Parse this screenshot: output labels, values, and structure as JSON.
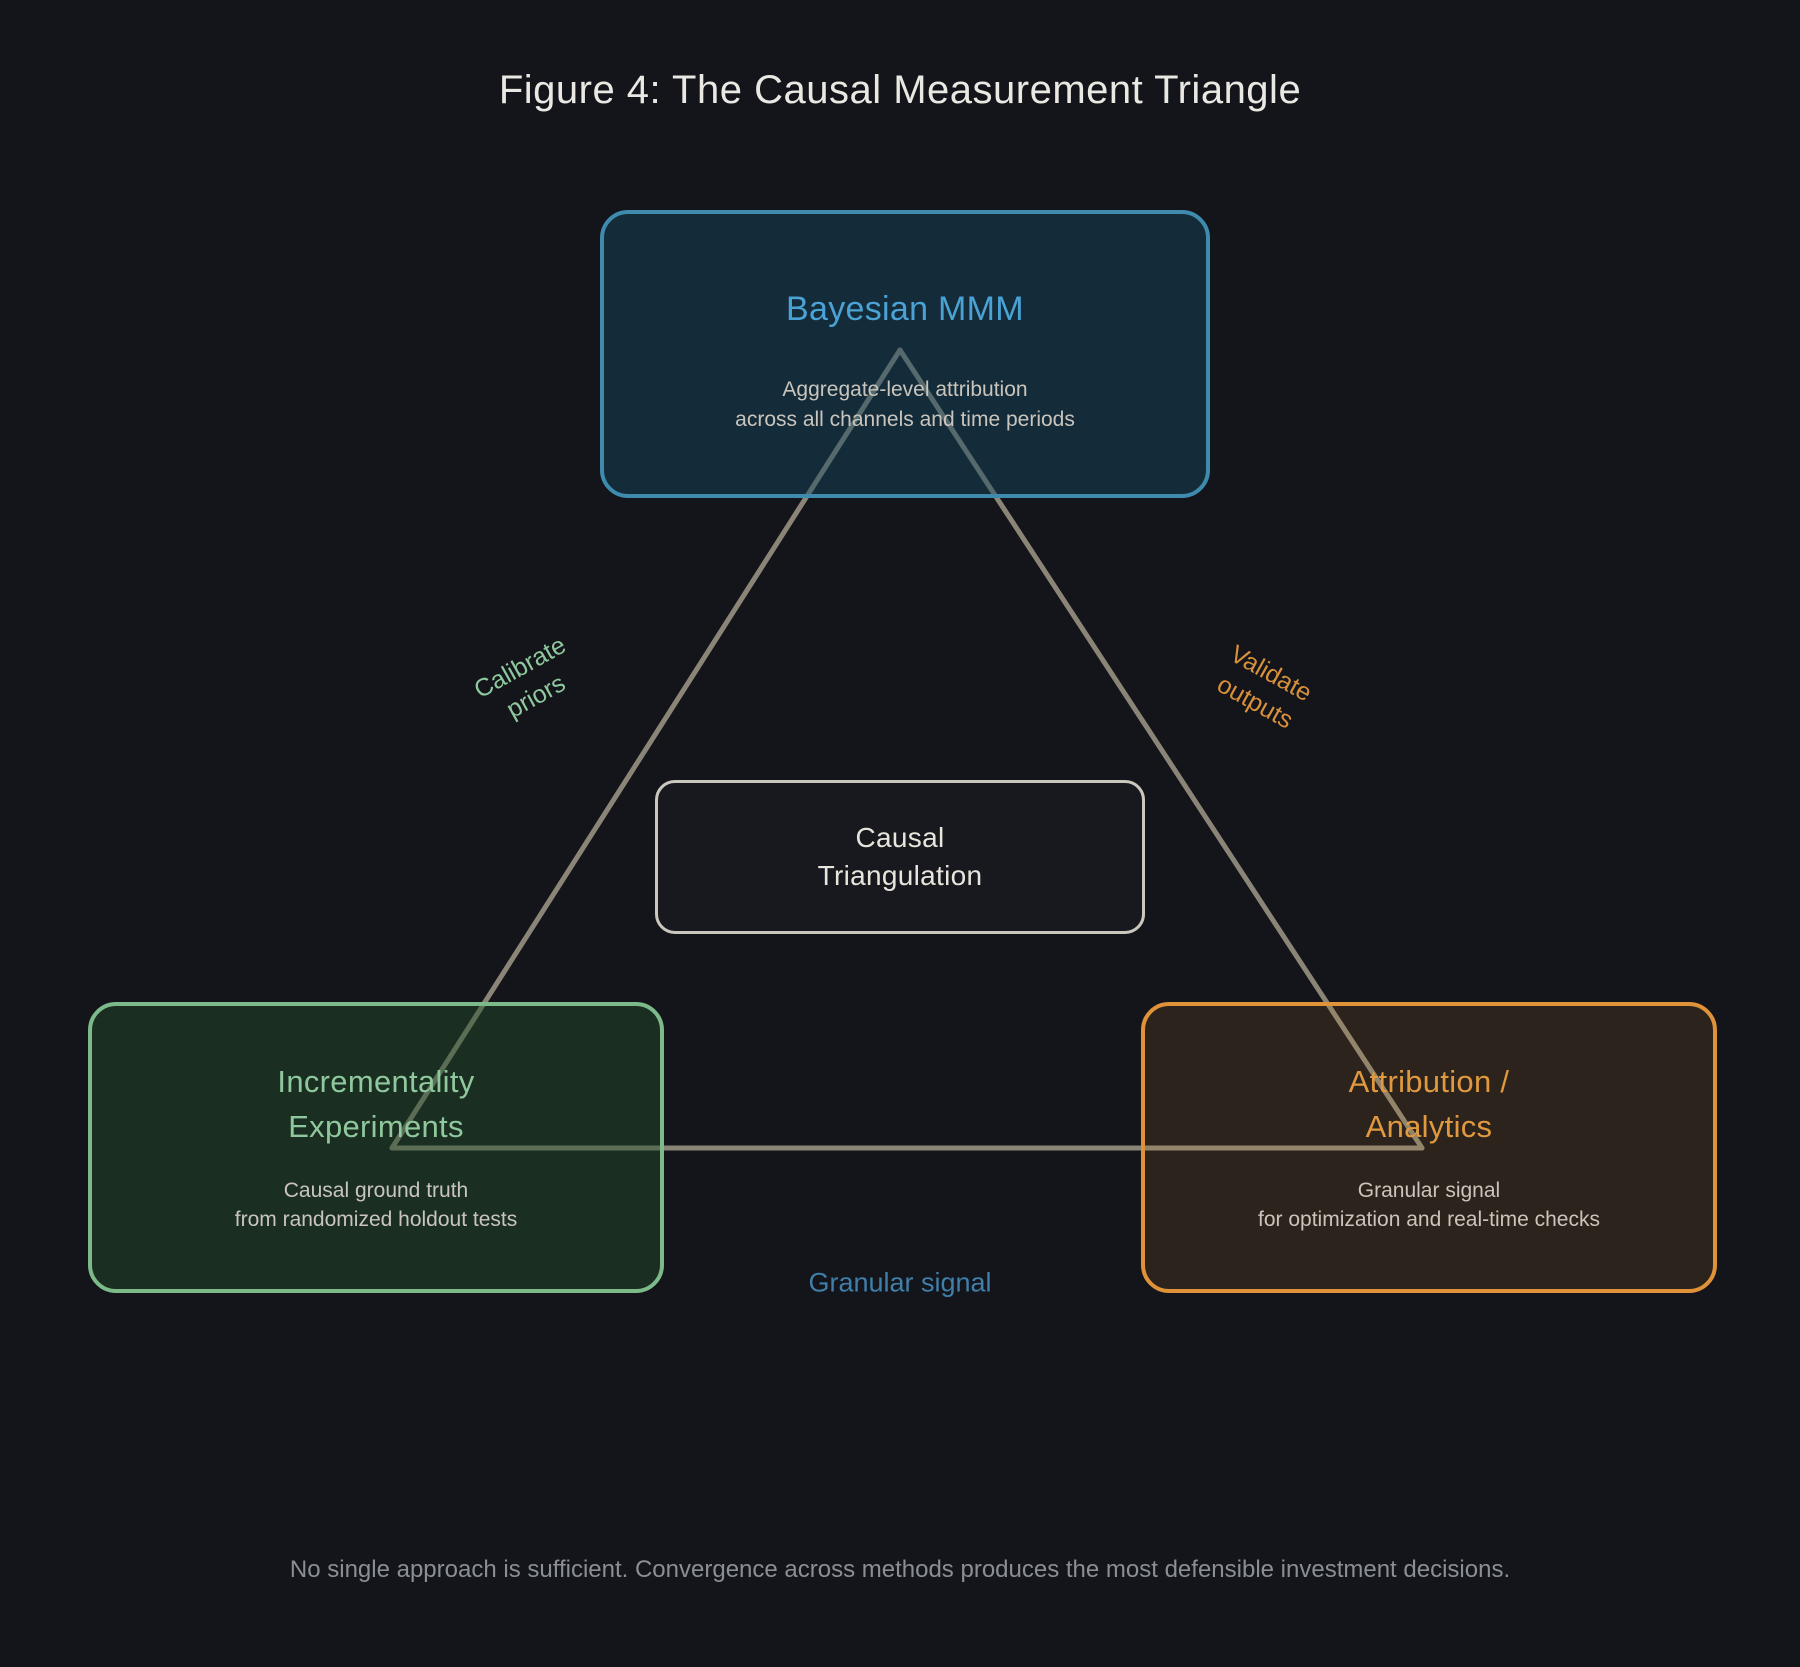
{
  "figure": {
    "title": "Figure 4: The Causal Measurement Triangle",
    "footer": "No single approach is sufficient. Convergence across methods produces the most defensible investment decisions."
  },
  "nodes": {
    "bayesian_mmm": {
      "title": "Bayesian MMM",
      "description": [
        "Aggregate-level attribution",
        "across all channels and time periods"
      ],
      "accent_color": "#4aa2d5",
      "border_color": "#3e8bae"
    },
    "incrementality": {
      "title_lines": [
        "Incrementality",
        "Experiments"
      ],
      "description": [
        "Causal ground truth",
        "from randomized holdout tests"
      ],
      "accent_color": "#8fc89d",
      "border_color": "#7cba89"
    },
    "attribution": {
      "title_lines": [
        "Attribution /",
        "Analytics"
      ],
      "description": [
        "Granular signal",
        "for optimization and real-time checks"
      ],
      "accent_color": "#e0993f",
      "border_color": "#df9238"
    },
    "causal_triangulation": {
      "title_lines": [
        "Causal",
        "Triangulation"
      ],
      "border_color": "#cbc7bd"
    }
  },
  "edges": {
    "calibrate_priors": {
      "lines": [
        "Calibrate",
        "priors"
      ],
      "color": "#8fc89d"
    },
    "validate_outputs": {
      "lines": [
        "Validate",
        "outputs"
      ],
      "color": "#d8903b"
    },
    "granular_signal": {
      "label": "Granular signal",
      "color": "#3f7fa9"
    }
  },
  "colors": {
    "background": "#13151a",
    "triangle_line": "#8b8577",
    "heading_text": "#eae8e2",
    "body_text": "#c9c5bc",
    "footer_text": "#8a8e95"
  }
}
